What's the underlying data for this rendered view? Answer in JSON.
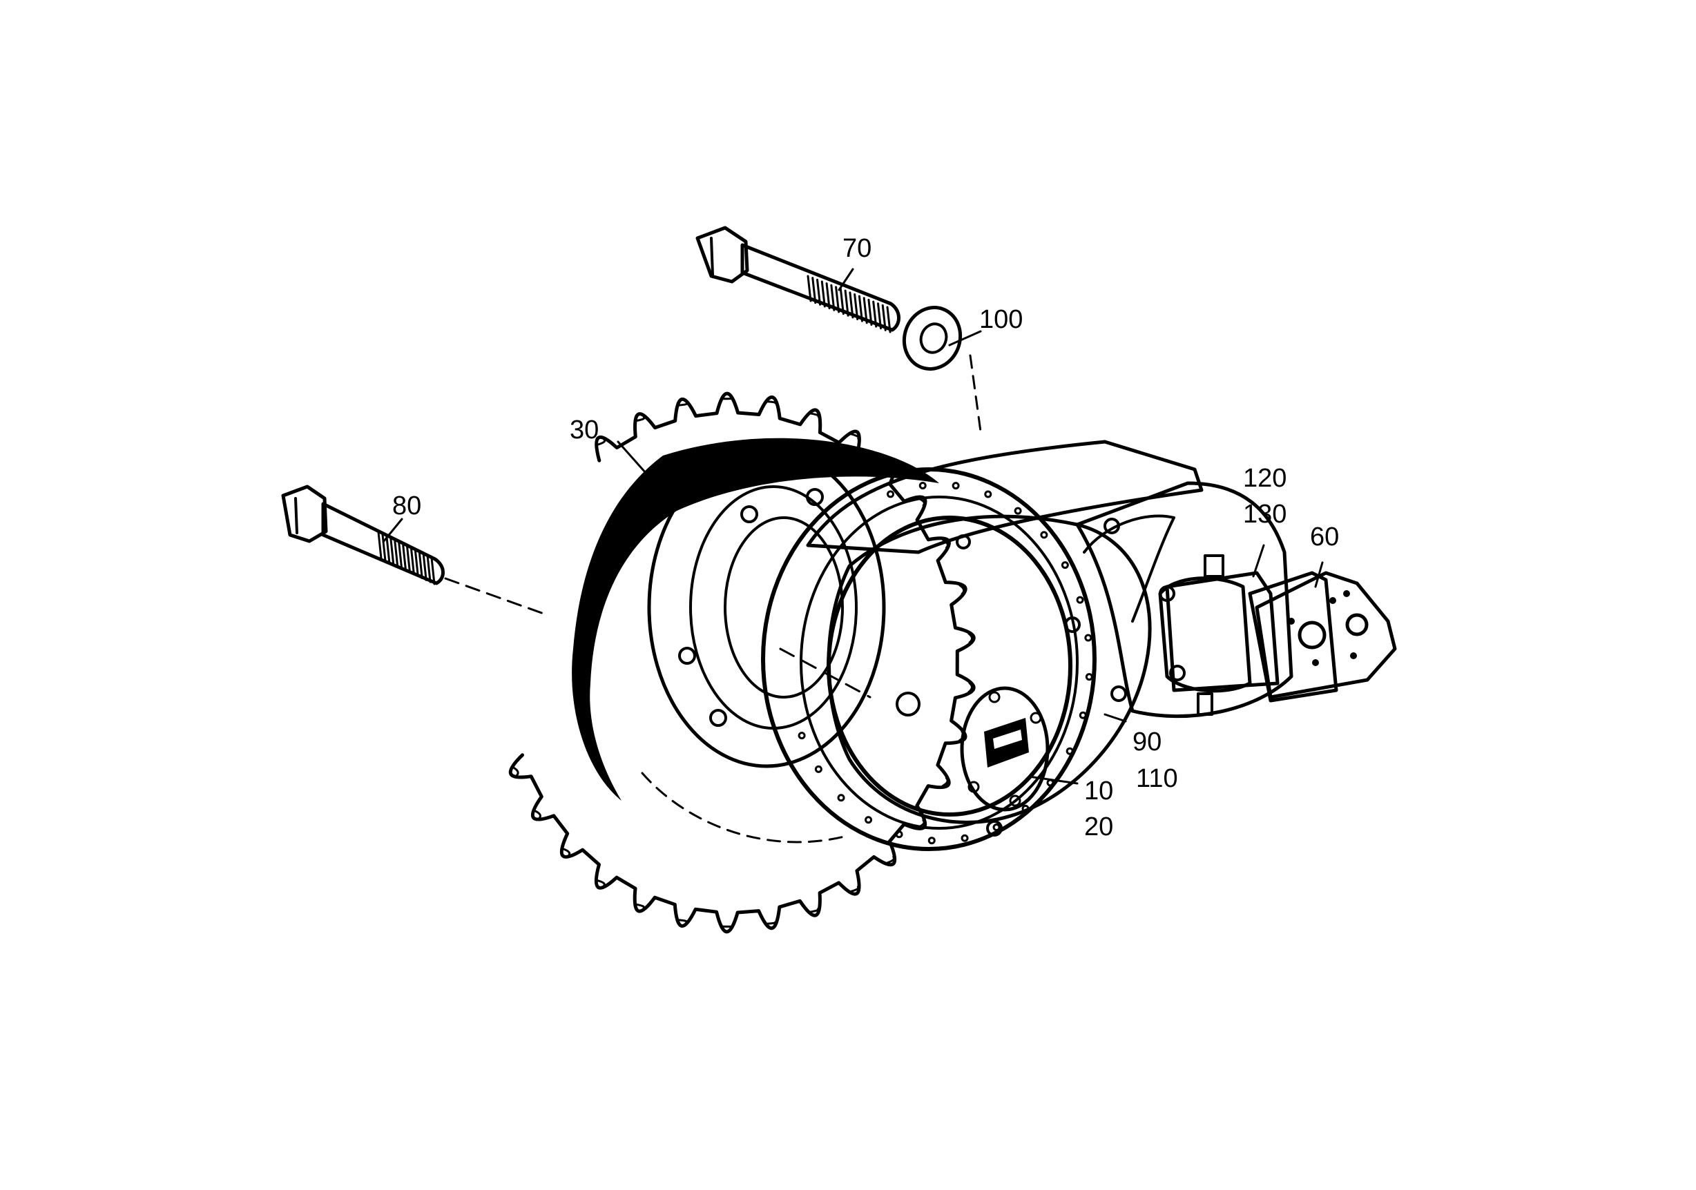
{
  "callouts": {
    "p70": "70",
    "p100": "100",
    "p30": "30",
    "p80": "80",
    "p120": "120",
    "p130": "130",
    "p60": "60",
    "p90": "90",
    "p110": "110",
    "p10": "10",
    "p20": "20"
  },
  "colors": {
    "ink": "#000000",
    "paper": "#ffffff"
  }
}
